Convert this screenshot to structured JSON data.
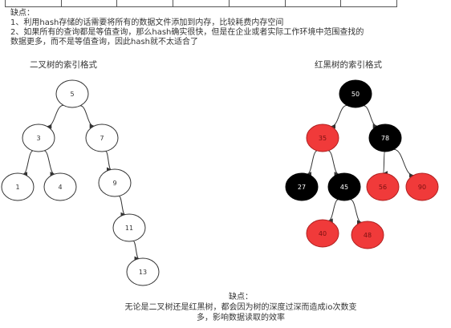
{
  "top_note": {
    "title": "缺点：",
    "lines": [
      "1、利用hash存储的话需要将所有的数据文件添加到内存，比较耗费内存空间",
      "2、如果所有的查询都是等值查询，那么hash确实很快，但是在企业或者实际工作环境中范围查找的",
      "数据更多，而不是等值查询，因此hash就不太适合了"
    ]
  },
  "binary_tree": {
    "caption": "二叉树的索引格式",
    "nodes": [
      "5",
      "3",
      "7",
      "1",
      "4",
      "9",
      "11",
      "13"
    ]
  },
  "rb_tree": {
    "caption": "红黑树的索引格式",
    "nodes": [
      {
        "label": "50",
        "color": "black"
      },
      {
        "label": "35",
        "color": "red"
      },
      {
        "label": "78",
        "color": "black"
      },
      {
        "label": "27",
        "color": "black"
      },
      {
        "label": "45",
        "color": "black"
      },
      {
        "label": "56",
        "color": "red"
      },
      {
        "label": "90",
        "color": "red"
      },
      {
        "label": "40",
        "color": "red"
      },
      {
        "label": "48",
        "color": "red"
      }
    ]
  },
  "colors": {
    "red": "#f03a3a",
    "black": "#000000",
    "stroke": "#333333"
  },
  "bottom_note": {
    "title": "缺点：",
    "lines": [
      "无论是二叉树还是红黑树，都会因为树的深度过深而造成io次数变",
      "多，影响数据读取的效率"
    ]
  }
}
